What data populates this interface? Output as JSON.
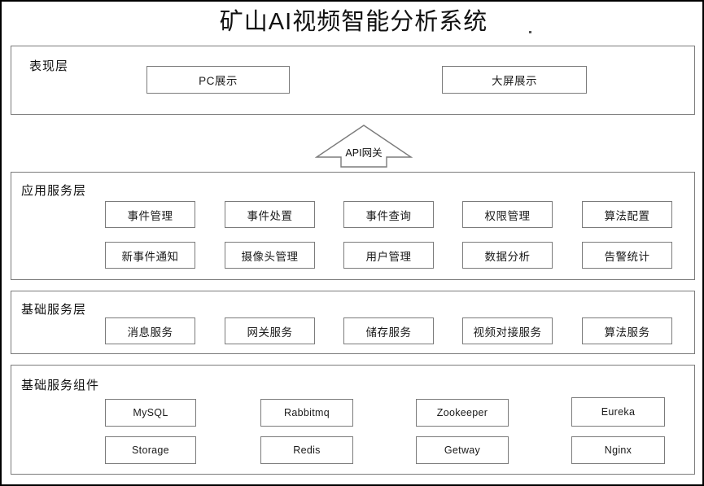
{
  "diagram": {
    "title": "矿山AI视频智能分析系统",
    "type": "layered-architecture"
  },
  "presentation_layer": {
    "title": "表现层",
    "nodes": [
      {
        "label": "PC展示"
      },
      {
        "label": "大屏展示"
      }
    ]
  },
  "gateway": {
    "label": "API网关",
    "shape": "up-arrow"
  },
  "application_layer": {
    "title": "应用服务层",
    "row1": [
      {
        "label": "事件管理"
      },
      {
        "label": "事件处置"
      },
      {
        "label": "事件查询"
      },
      {
        "label": "权限管理"
      },
      {
        "label": "算法配置"
      }
    ],
    "row2": [
      {
        "label": "新事件通知"
      },
      {
        "label": "摄像头管理"
      },
      {
        "label": "用户管理"
      },
      {
        "label": "数据分析"
      },
      {
        "label": "告警统计"
      }
    ]
  },
  "basic_service_layer": {
    "title": "基础服务层",
    "row1": [
      {
        "label": "消息服务"
      },
      {
        "label": "网关服务"
      },
      {
        "label": "储存服务"
      },
      {
        "label": "视频对接服务"
      },
      {
        "label": "算法服务"
      }
    ]
  },
  "basic_components_layer": {
    "title": "基础服务组件",
    "row1": [
      {
        "label": "MySQL"
      },
      {
        "label": "Rabbitmq"
      },
      {
        "label": "Zookeeper"
      },
      {
        "label": "Eureka"
      }
    ],
    "row2": [
      {
        "label": "Storage"
      },
      {
        "label": "Redis"
      },
      {
        "label": "Getway"
      },
      {
        "label": "Nginx"
      }
    ]
  },
  "colors": {
    "frame": "#000000",
    "box_border": "#7b7b7b",
    "background": "#ffffff",
    "text": "#111111"
  }
}
